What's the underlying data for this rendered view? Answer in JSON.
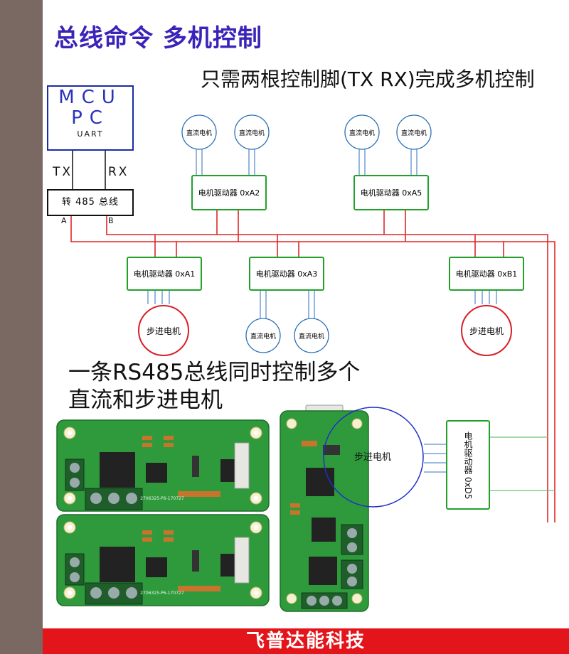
{
  "title": "总线命令 多机控制",
  "subtitle": "只需两根控制脚(TX RX)完成多机控制",
  "controller": {
    "line1": "MCU",
    "line2": "PC",
    "line3": "UART"
  },
  "tx_label": "TX",
  "rx_label": "RX",
  "converter": "转 485 总线",
  "a_label": "A",
  "b_label": "B",
  "drivers": {
    "a2": "电机驱动器 0xA2",
    "a5": "电机驱动器 0xA5",
    "a1": "电机驱动器 0xA1",
    "a3": "电机驱动器 0xA3",
    "b1": "电机驱动器 0xB1",
    "d5": "电机驱动器 0xD5"
  },
  "dc_motor": "直流电机",
  "stepper_motor": "步进电机",
  "headline_line1": "一条RS485总线同时控制多个",
  "headline_line2": "直流和步进电机",
  "board_silkscreen": "2706325-P6-170727",
  "footer": "飞普达能科技",
  "colors": {
    "title": "#3a23b8",
    "bus": "#e02626",
    "driver_border": "#22a12a",
    "dc_motor": "#2a6fb6",
    "stepper": "#d81f26",
    "footer": "#e3151b"
  }
}
